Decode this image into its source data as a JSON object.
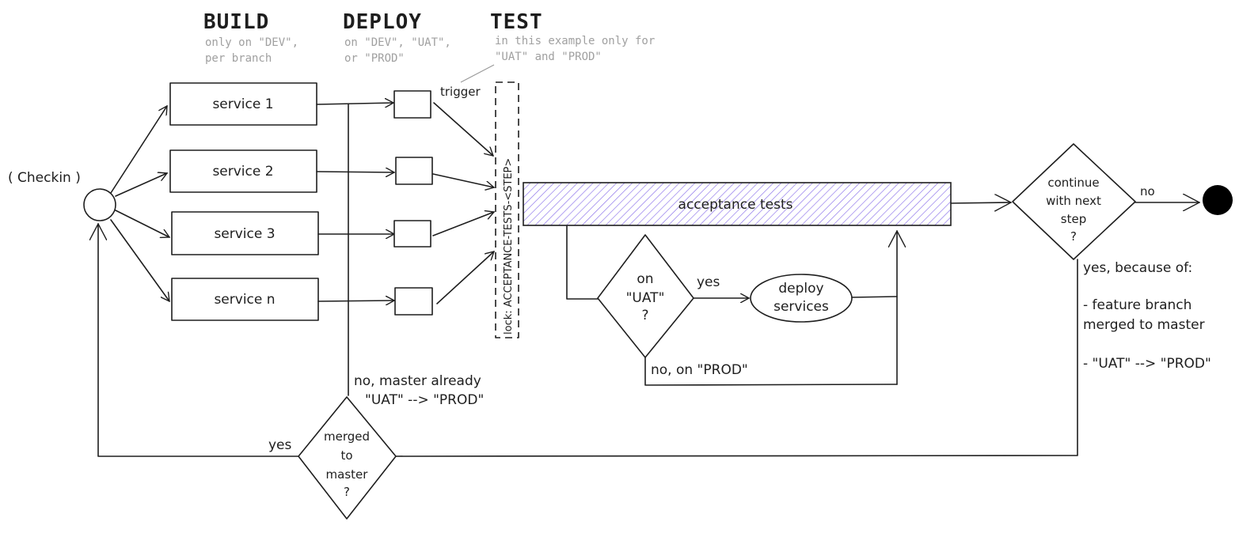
{
  "columns": {
    "build": {
      "title": "BUILD",
      "note": [
        "only on \"DEV\",",
        "per branch"
      ]
    },
    "deploy": {
      "title": "DEPLOY",
      "note": [
        "on \"DEV\", \"UAT\",",
        "or \"PROD\""
      ]
    },
    "test": {
      "title": "TEST",
      "note": [
        "in this example only for",
        "\"UAT\" and \"PROD\""
      ]
    }
  },
  "start": {
    "label": "( Checkin )"
  },
  "services": [
    "service 1",
    "service 2",
    "service 3",
    "service n"
  ],
  "trigger_label": "trigger",
  "lock_label": "lock: ACCEPTANCE-TESTS-<STEP>",
  "acceptance": {
    "label": "acceptance tests",
    "fill_color": "#a58df0"
  },
  "on_uat": {
    "lines": [
      "on",
      "\"UAT\"",
      "?"
    ],
    "yes": "yes",
    "no": "no, on \"PROD\""
  },
  "deploy_services": {
    "lines": [
      "deploy",
      "services"
    ]
  },
  "continue": {
    "lines": [
      "continue",
      "with next",
      "step",
      "?"
    ],
    "no": "no"
  },
  "reasons": {
    "heading": "yes, because of:",
    "item1": [
      "- feature branch",
      "merged to master"
    ],
    "item2": "- \"UAT\" --> \"PROD\""
  },
  "merged": {
    "lines": [
      "merged",
      "to",
      "master",
      "?"
    ],
    "yes": "yes",
    "no": [
      "no, master already",
      "\"UAT\" --> \"PROD\""
    ]
  }
}
